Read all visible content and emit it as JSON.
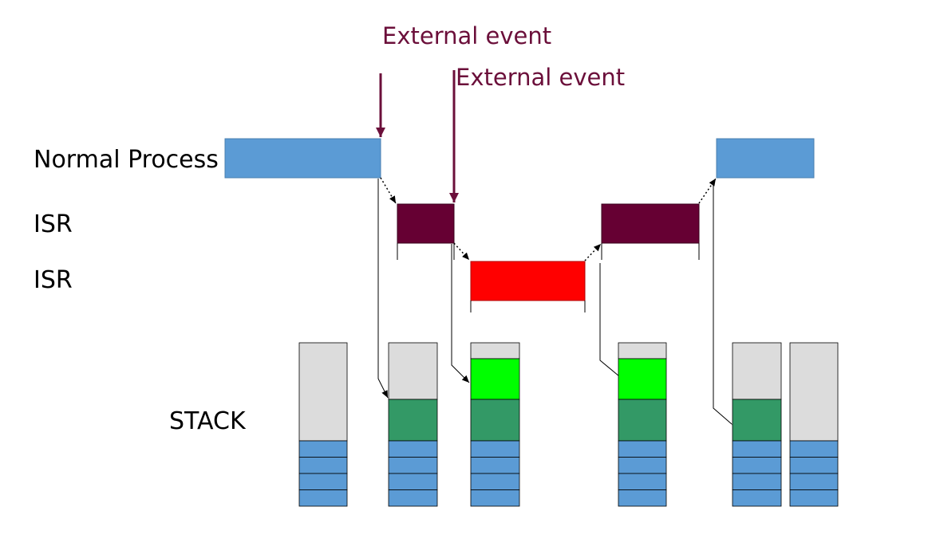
{
  "labels": {
    "event_1": "External event",
    "event_2": "External event",
    "normal_process": "Normal Process",
    "isr_1": "ISR",
    "isr_2": "ISR",
    "stack": "STACK"
  },
  "colors": {
    "normal_process": "#5b9bd5",
    "isr_level_1": "#660033",
    "isr_level_2": "#ff0000",
    "stack_empty": "#dcdcdc",
    "stack_base": "#5b9bd5",
    "stack_frame_level_1": "#339966",
    "stack_frame_level_2": "#00ff00",
    "event_arrow": "#6b0f3a"
  },
  "stack_snapshots": [
    {
      "frames": []
    },
    {
      "frames": [
        "level_1"
      ]
    },
    {
      "frames": [
        "level_1",
        "level_2"
      ]
    },
    {
      "frames": [
        "level_1",
        "level_2"
      ]
    },
    {
      "frames": [
        "level_1"
      ]
    },
    {
      "frames": []
    }
  ]
}
